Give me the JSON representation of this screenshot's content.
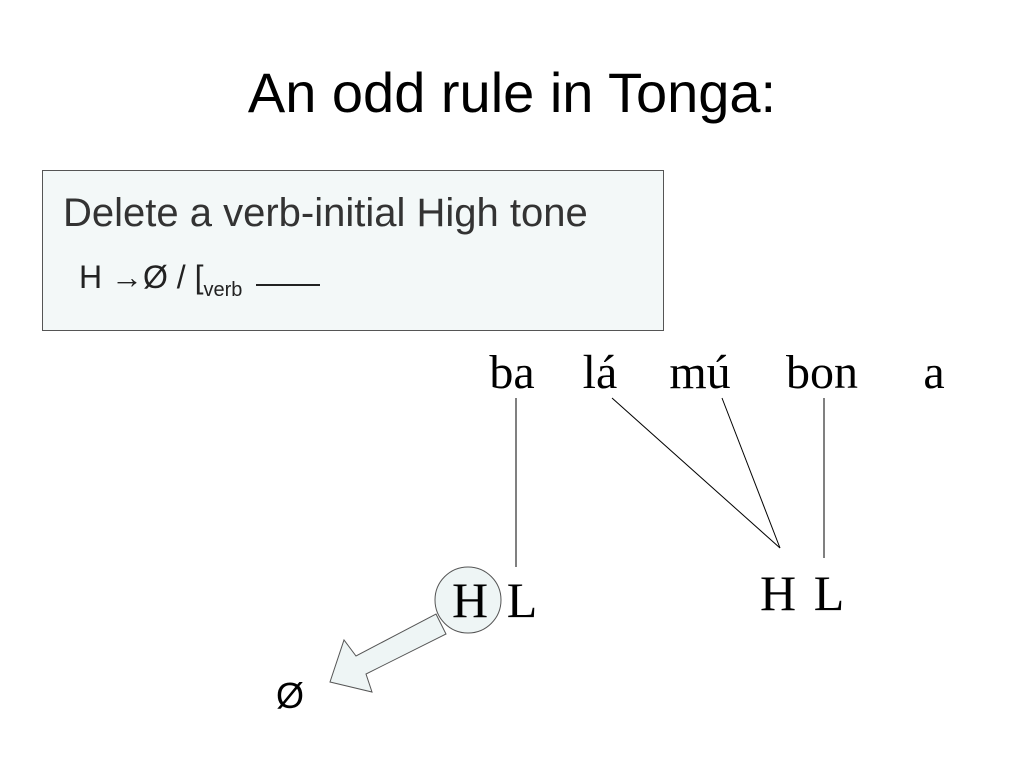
{
  "title": "An odd rule in Tonga:",
  "rule": {
    "heading": "Delete a verb-initial High tone",
    "formula_main": "H →Ø /  [",
    "formula_sub": "verb"
  },
  "syllables": [
    "ba",
    "lá",
    "mú",
    "bon",
    "a"
  ],
  "tones_left": [
    "H",
    "L"
  ],
  "tones_right": [
    "H",
    "L"
  ],
  "deletion_result": "Ø",
  "colors": {
    "box_fill": "#f3f8f8",
    "circle_fill": "#eef5f5",
    "arrow_fill": "#eef5f5"
  }
}
